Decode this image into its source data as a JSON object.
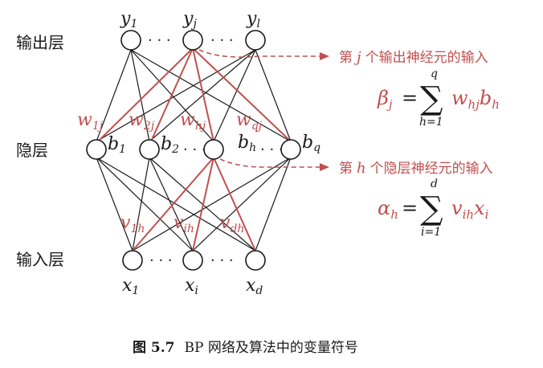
{
  "layers": {
    "output": "输出层",
    "hidden": "隐层",
    "input": "输入层"
  },
  "nodes": {
    "output": [
      "y",
      "y",
      "y"
    ],
    "output_sub": [
      "1",
      "j",
      "l"
    ],
    "hidden": [
      "b",
      "b",
      "b",
      "b"
    ],
    "hidden_sub": [
      "1",
      "2",
      "h",
      "q"
    ],
    "input": [
      "x",
      "x",
      "x"
    ],
    "input_sub": [
      "1",
      "i",
      "d"
    ]
  },
  "weights_out": [
    {
      "base": "w",
      "sub": "1j"
    },
    {
      "base": "w",
      "sub": "2j"
    },
    {
      "base": "w",
      "sub": "hj"
    },
    {
      "base": "w",
      "sub": "qj"
    }
  ],
  "weights_in": [
    {
      "base": "v",
      "sub": "1h"
    },
    {
      "base": "v",
      "sub": "ih"
    },
    {
      "base": "v",
      "sub": "dh"
    }
  ],
  "annotations": {
    "output_input_pre": "第",
    "output_input_var": "j",
    "output_input_post": "个输出神经元的输入",
    "hidden_input_pre": "第",
    "hidden_input_var": "h",
    "hidden_input_post": "个隐层神经元的输入"
  },
  "formulas": {
    "beta_lhs": "β",
    "beta_lhs_sub": "j",
    "beta_upper": "q",
    "beta_lower": "h=1",
    "beta_term": "w",
    "beta_term_sub": "hj",
    "beta_term2": "b",
    "beta_term2_sub": "h",
    "alpha_lhs": "α",
    "alpha_lhs_sub": "h",
    "alpha_upper": "d",
    "alpha_lower": "i=1",
    "alpha_term": "v",
    "alpha_term_sub": "ih",
    "alpha_term2": "x",
    "alpha_term2_sub": "i",
    "equals": "=",
    "sum": "∑"
  },
  "ellipsis": "· · ·",
  "caption": {
    "number": "图 5.7",
    "text": "BP 网络及算法中的变量符号"
  },
  "colors": {
    "highlight": "#c0504d",
    "ink": "#1a1a1a"
  }
}
